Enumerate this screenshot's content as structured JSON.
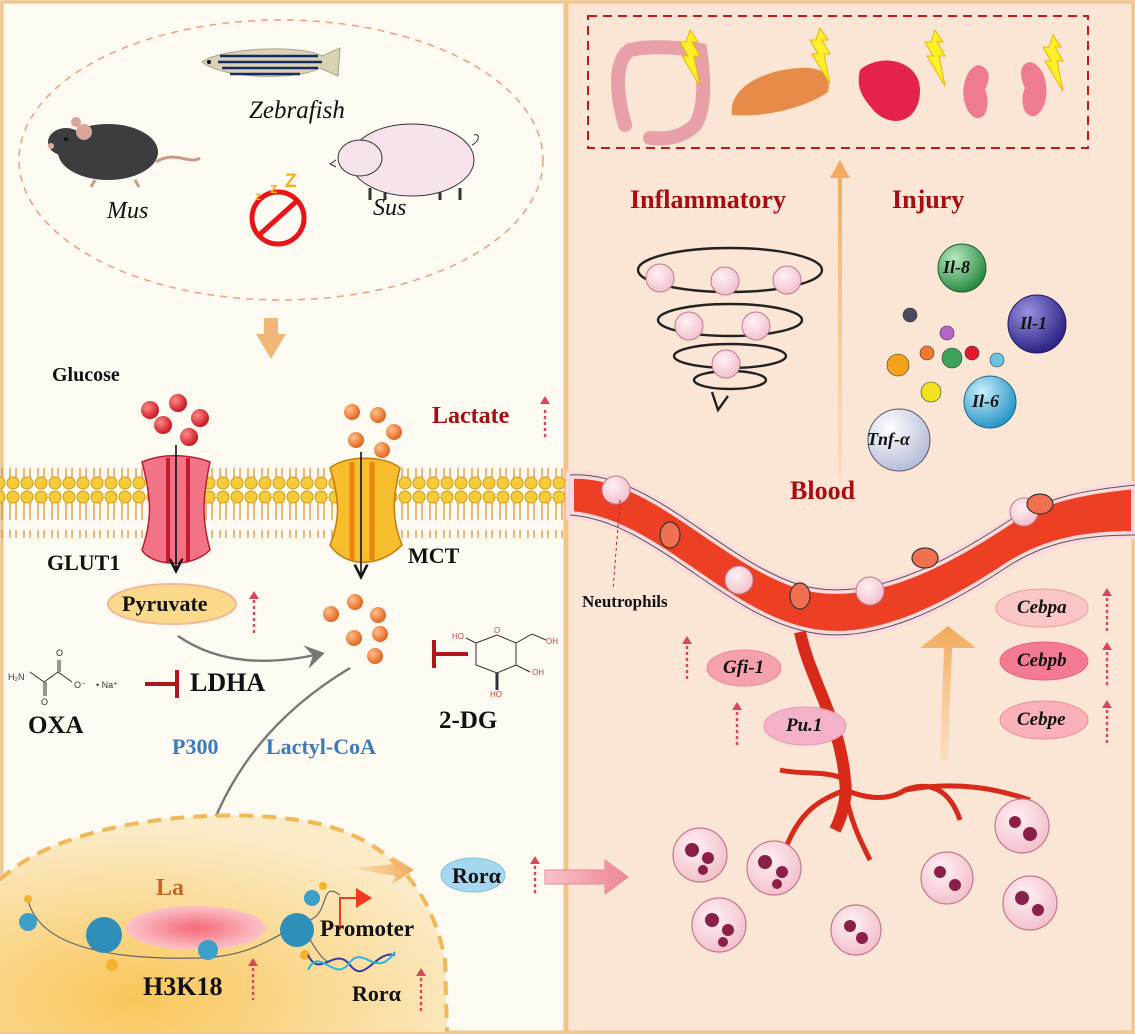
{
  "left_panel": {
    "species": {
      "zebrafish": "Zebrafish",
      "mouse": "Mus",
      "pig": "Sus"
    },
    "membrane": {
      "glucose": "Glucose",
      "lactate": "Lactate",
      "glut1": "GLUT1",
      "mct": "MCT"
    },
    "metabolism": {
      "pyruvate": "Pyruvate",
      "ldha": "LDHA",
      "oxa": "OXA",
      "two_dg": "2-DG",
      "oxa_structure": {
        "h2n": "H₂N",
        "o_minus": "O⁻",
        "na": "• Na⁺",
        "o_top": "O",
        "o_bottom": "O"
      },
      "two_dg_structure": {
        "ho1": "HO",
        "o": "O",
        "oh1": "OH",
        "oh2": "OH",
        "ho2": "HO"
      },
      "p300": "P300",
      "lactyl_coa": "Lactyl-CoA"
    },
    "nucleus": {
      "la": "La",
      "h3k18": "H3K18",
      "promoter": "Promoter",
      "rora_gene": "Rorα",
      "rora_protein": "Rorα"
    }
  },
  "right_panel": {
    "inflammatory": "Inflammatory",
    "injury": "Injury",
    "blood": "Blood",
    "neutrophils": "Neutrophils",
    "cytokines": [
      "Il-8",
      "Il-1",
      "Il-6",
      "Tnf-α"
    ],
    "transcription_factors_left": [
      "Gfi-1",
      "Pu.1"
    ],
    "transcription_factors_right": [
      "Cebpa",
      "Cebpb",
      "Cebpe"
    ],
    "organs": [
      "colon",
      "liver",
      "spleen",
      "kidneys"
    ]
  },
  "colors": {
    "left_bg": "#fdfaf2",
    "right_bg": "#fbe6d6",
    "frame": "#f1c48a",
    "accent_red": "#a50d12",
    "accent_blue": "#3d7ab8",
    "vessel": "#ec3f24",
    "up_arrow": "#d9465a"
  }
}
